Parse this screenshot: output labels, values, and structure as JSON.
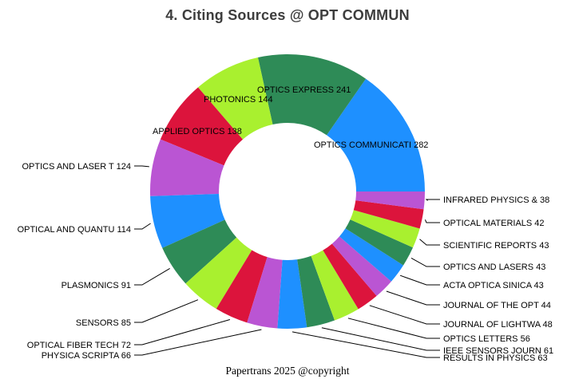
{
  "page": {
    "title": "4. Citing Sources @ OPT COMMUN",
    "footer": "Papertrans 2025 @copyright"
  },
  "chart_data": {
    "type": "pie",
    "style": "donut",
    "title": "4. Citing Sources @ OPT COMMUN",
    "total": 1838,
    "start_angle_deg": 0,
    "direction": "counterclockwise",
    "inner_radius_ratio": 0.5,
    "legend_position": "none",
    "palette": [
      "#1E90FF",
      "#2E8B57",
      "#A9F02F",
      "#DC143C",
      "#BA55D3"
    ],
    "slices": [
      {
        "label": "OPTICS COMMUNICATI",
        "value": 282
      },
      {
        "label": "OPTICS EXPRESS",
        "value": 241
      },
      {
        "label": "PHOTONICS",
        "value": 144
      },
      {
        "label": "APPLIED OPTICS",
        "value": 138
      },
      {
        "label": "OPTICS AND LASER T",
        "value": 124
      },
      {
        "label": "OPTICAL AND QUANTU",
        "value": 114
      },
      {
        "label": "PLASMONICS",
        "value": 91
      },
      {
        "label": "SENSORS",
        "value": 85
      },
      {
        "label": "OPTICAL FIBER TECH",
        "value": 72
      },
      {
        "label": "PHYSICA SCRIPTA",
        "value": 66
      },
      {
        "label": "RESULTS IN PHYSICS",
        "value": 63
      },
      {
        "label": "IEEE SENSORS JOURN",
        "value": 61
      },
      {
        "label": "OPTICS LETTERS",
        "value": 56
      },
      {
        "label": "JOURNAL OF LIGHTWA",
        "value": 48
      },
      {
        "label": "JOURNAL OF THE OPT",
        "value": 44
      },
      {
        "label": "ACTA OPTICA SINICA",
        "value": 43
      },
      {
        "label": "OPTICS AND LASERS",
        "value": 43
      },
      {
        "label": "SCIENTIFIC REPORTS",
        "value": 43
      },
      {
        "label": "OPTICAL MATERIALS",
        "value": 42
      },
      {
        "label": "INFRARED PHYSICS &",
        "value": 38
      }
    ]
  }
}
